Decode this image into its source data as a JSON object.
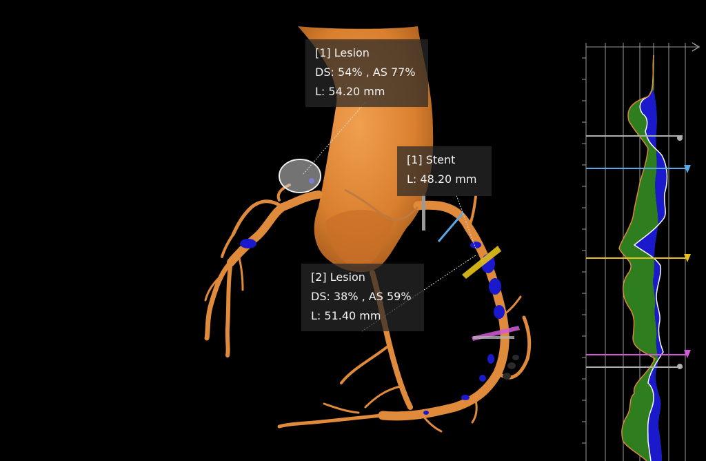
{
  "annotations": {
    "lesion1": {
      "title": "[1] Lesion",
      "stats": "DS: 54% , AS 77%",
      "length": "L: 54.20 mm"
    },
    "stent1": {
      "title": "[1] Stent",
      "length": "L: 48.20 mm"
    },
    "lesion2": {
      "title": "[2] Lesion",
      "stats": "DS: 38% , AS 59%",
      "length": "L: 51.40 mm"
    }
  },
  "colors": {
    "background": "#000000",
    "vessel": "#e08a3c",
    "vessel_dark": "#b8622a",
    "plaque": "#1a1acc",
    "calcium": "#2e7d1e",
    "marker_blue": "#5aa9e6",
    "marker_yellow": "#e8c21a",
    "marker_magenta": "#d25ad8",
    "marker_gray": "#b0b0b0",
    "grid": "#9a9a9a"
  },
  "profile": {
    "markers": [
      {
        "name": "gray-top",
        "color": "#b0b0b0"
      },
      {
        "name": "blue",
        "color": "#5aa9e6"
      },
      {
        "name": "yellow",
        "color": "#e8c21a"
      },
      {
        "name": "magenta",
        "color": "#d25ad8"
      },
      {
        "name": "gray-bottom",
        "color": "#b0b0b0"
      }
    ]
  }
}
